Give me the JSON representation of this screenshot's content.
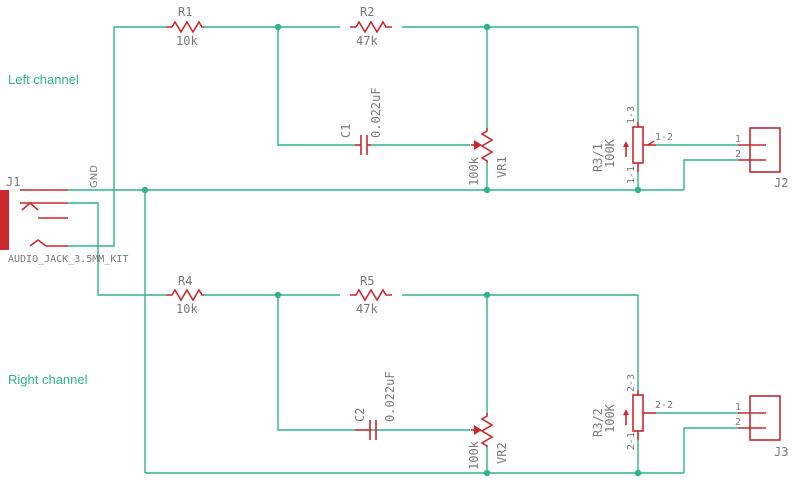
{
  "notes": {
    "left": "Left channel",
    "right": "Right channel"
  },
  "j1": {
    "name": "J1",
    "net": "GND",
    "value": "AUDIO_JACK_3.5MM_KIT"
  },
  "r1": {
    "name": "R1",
    "value": "10k"
  },
  "r2": {
    "name": "R2",
    "value": "47k"
  },
  "r4": {
    "name": "R4",
    "value": "10k"
  },
  "r5": {
    "name": "R5",
    "value": "47k"
  },
  "c1": {
    "name": "C1",
    "value": "0.022uF"
  },
  "c2": {
    "name": "C2",
    "value": "0.022uF"
  },
  "vr1": {
    "name": "VR1",
    "value": "100k"
  },
  "vr2": {
    "name": "VR2",
    "value": "100k"
  },
  "r3_1": {
    "name": "R3/1",
    "value": "100K",
    "pin_top": "1-3",
    "pin_right": "1-2",
    "pin_bottom": "1-1"
  },
  "r3_2": {
    "name": "R3/2",
    "value": "100K",
    "pin_top": "2-3",
    "pin_right": "2-2",
    "pin_bottom": "2-1"
  },
  "j2": {
    "name": "J2",
    "pin1": "1",
    "pin2": "2"
  },
  "j3": {
    "name": "J3",
    "pin1": "1",
    "pin2": "2"
  }
}
